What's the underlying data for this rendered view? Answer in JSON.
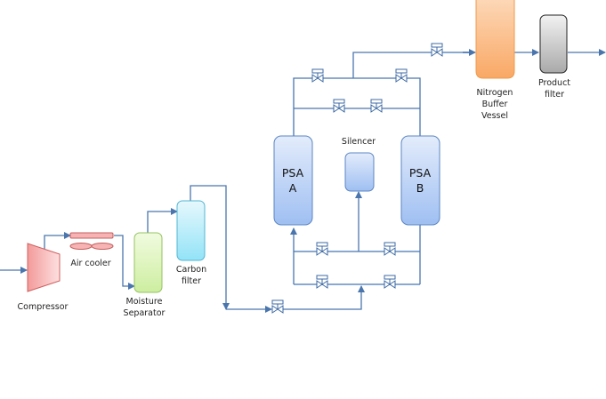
{
  "diagram": {
    "type": "process-flow",
    "title": "PSA Nitrogen Generator",
    "equipment": {
      "compressor": {
        "label": "Compressor",
        "color": "#f4a0a0"
      },
      "air_cooler": {
        "label": "Air cooler",
        "color": "#f4a0a0"
      },
      "moisture_separator": {
        "label_line1": "Moisture",
        "label_line2": "Separator",
        "color": "#d9f0b0"
      },
      "carbon_filter": {
        "label_line1": "Carbon",
        "label_line2": "filter",
        "color": "#b8ecf8"
      },
      "psa_a": {
        "label_line1": "PSA",
        "label_line2": "A",
        "color": "#b9d0f5"
      },
      "psa_b": {
        "label_line1": "PSA",
        "label_line2": "B",
        "color": "#b9d0f5"
      },
      "silencer": {
        "label": "Silencer",
        "color": "#b9d0f5"
      },
      "nitrogen_buffer_vessel": {
        "label_line1": "Nitrogen",
        "label_line2": "Buffer",
        "label_line3": "Vessel",
        "color": "#fbc08c"
      },
      "product_filter": {
        "label_line1": "Product",
        "label_line2": "filter",
        "color": "#d0d0d0"
      }
    },
    "valves_count": 10,
    "pipe_color": "#4a76ad"
  }
}
